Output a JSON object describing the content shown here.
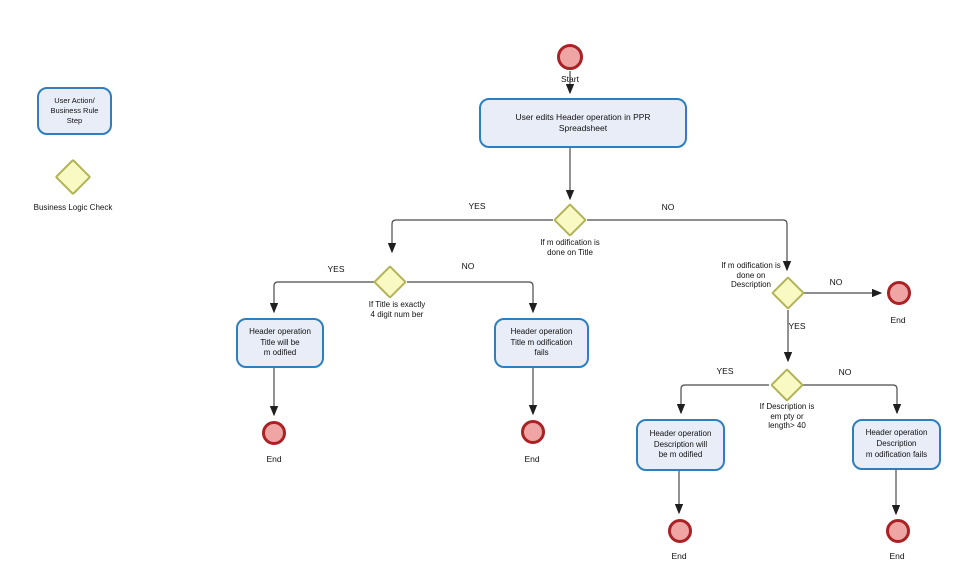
{
  "colors": {
    "task_fill": "#e9edf8",
    "task_border": "#2f7fbe",
    "decision_fill": "#f9f9c4",
    "decision_border": "#b2b356",
    "event_fill": "#f0a5a5",
    "event_border": "#a92225",
    "edge": "#4a4a4a"
  },
  "legend": {
    "step_label": "User Action/\nBusiness Rule\nStep",
    "check_label": "Business Logic Check"
  },
  "events": {
    "start_label": "Start",
    "end_label": "End"
  },
  "edge_labels": {
    "yes": "YES",
    "no": "NO"
  },
  "tasks": {
    "edit_header": "User edits Header operation in PPR\nSpreadsheet",
    "title_modified": "Header operation\nTitle will be\nm odified",
    "title_fails": "Header operation\nTitle m odification\nfails",
    "description_modified": "Header operation\nDescription will\nbe m odified",
    "description_fails": "Header operation\nDescription\nm odification fails"
  },
  "decisions": {
    "title": "If m odification is\ndone on Title",
    "title_format": "If Title is exactly\n4 digit num ber",
    "description": "If m odification is\ndone on\nDescription",
    "description_length": "If Description is\nem pty or\nlength> 40"
  }
}
